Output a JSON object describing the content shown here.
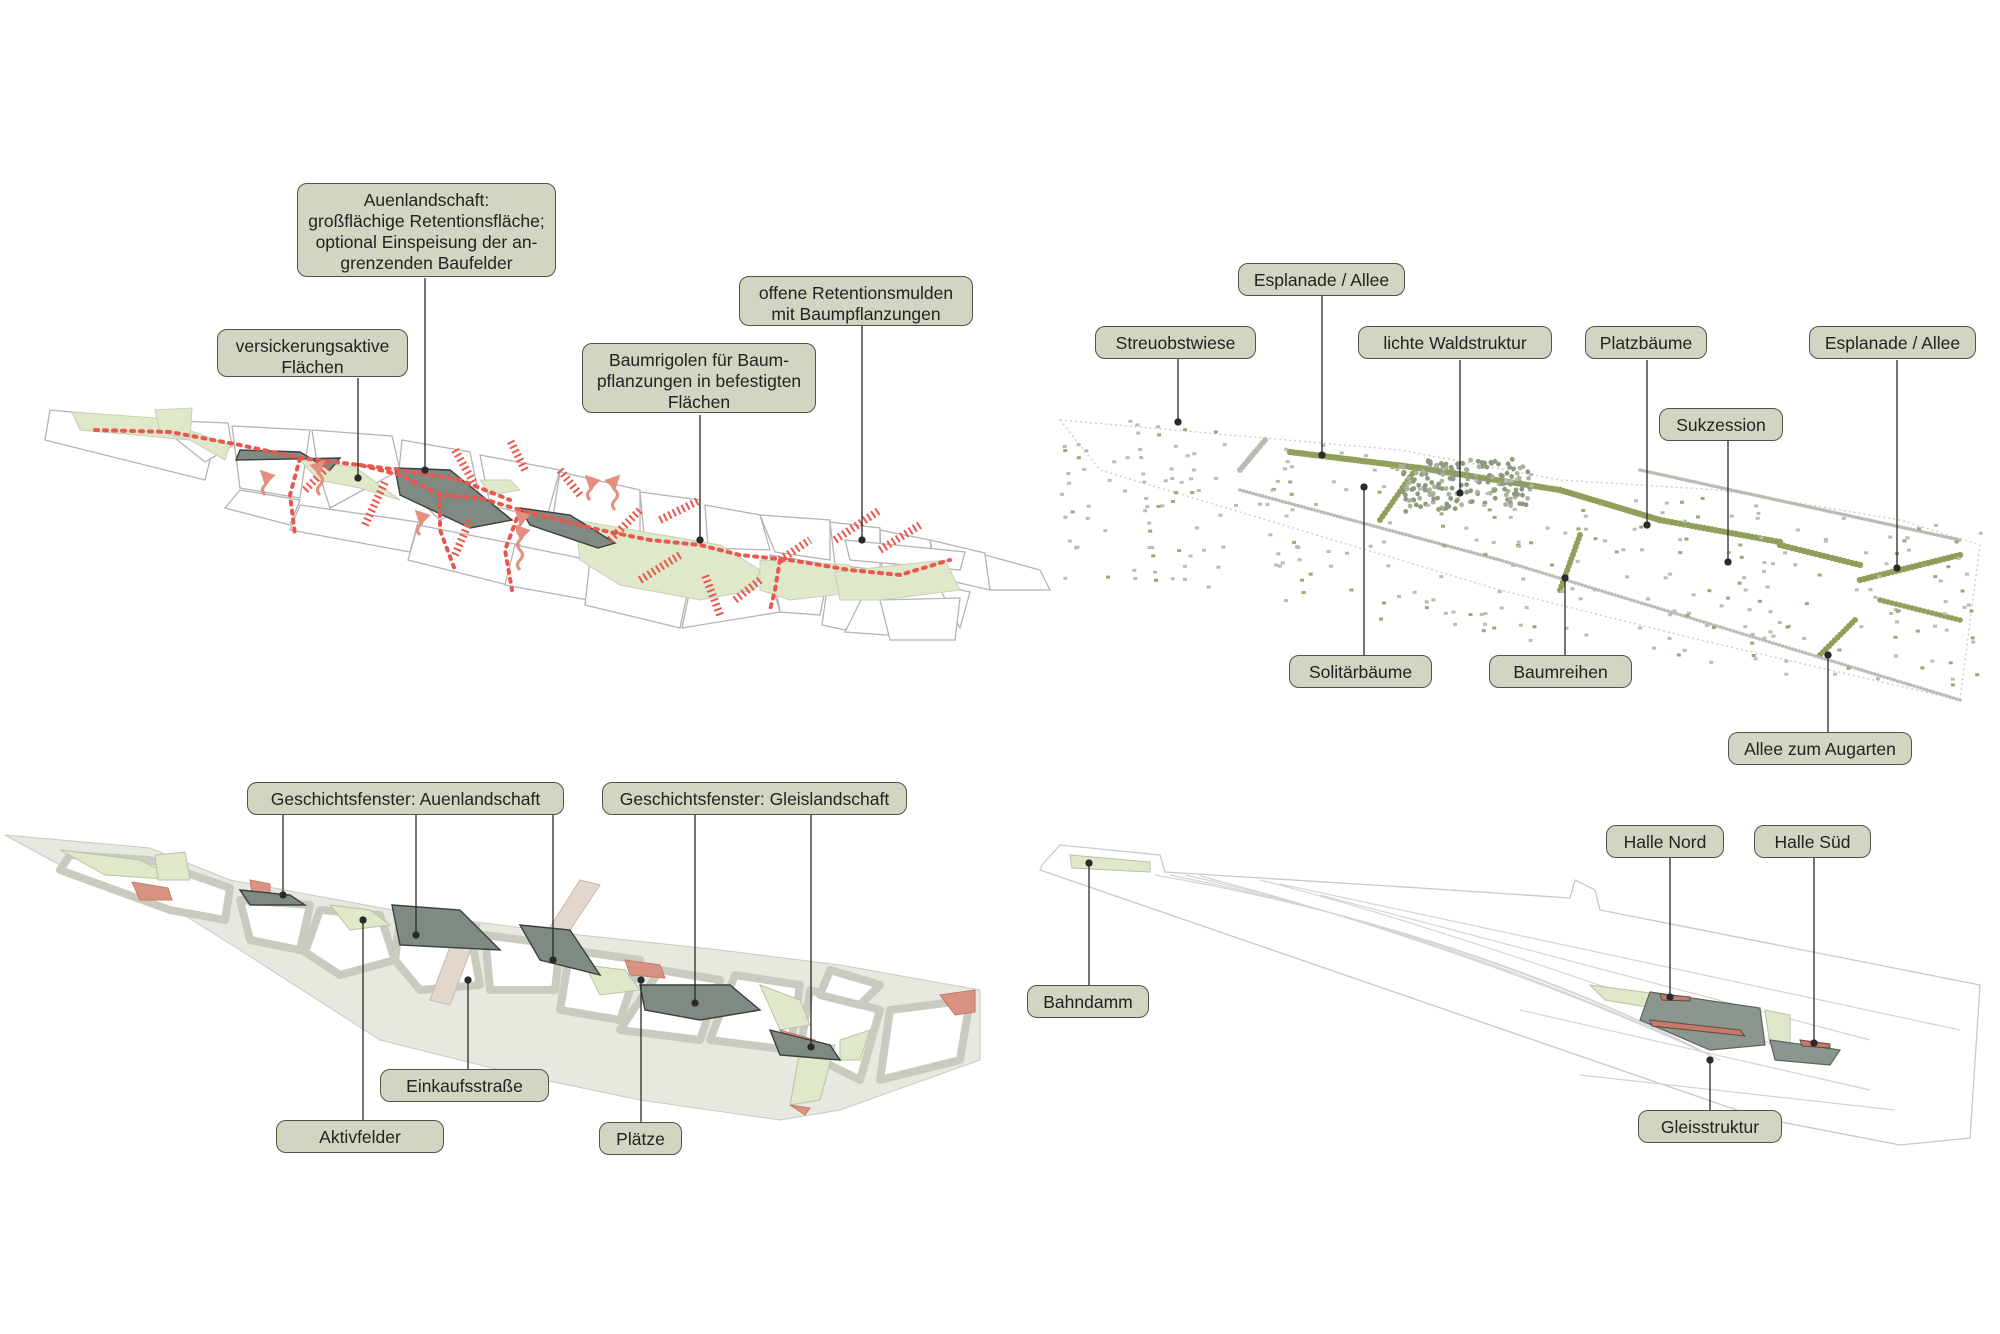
{
  "panels": {
    "water": {
      "labels": {
        "auenlandschaft": [
          "Auenlandschaft:",
          "großflächige Retentionsfläche;",
          "optional Einspeisung der an-",
          "grenzenden Baufelder"
        ],
        "versickerung": [
          "versickerungsaktive",
          "Flächen"
        ],
        "baumrigolen": [
          "Baumrigolen für Baum-",
          "pflanzungen in befestigten",
          "Flächen"
        ],
        "retentionsmulden": [
          "offene Retentionsmulden",
          "mit Baumpflanzungen"
        ]
      }
    },
    "trees": {
      "labels": {
        "esplanade_left": "Esplanade / Allee",
        "streuobstwiese": "Streuobstwiese",
        "lichte_waldstruktur": "lichte Waldstruktur",
        "platzbaeume": "Platzbäume",
        "esplanade_right": "Esplanade / Allee",
        "sukzession": "Sukzession",
        "solitaerbaeume": "Solitärbäume",
        "baumreihen": "Baumreihen",
        "allee_augarten": "Allee zum Augarten"
      }
    },
    "history": {
      "labels": {
        "fenster_auen": "Geschichtsfenster: Auenlandschaft",
        "fenster_gleis": "Geschichtsfenster: Gleislandschaft",
        "einkaufsstrasse": "Einkaufsstraße",
        "aktivfelder": "Aktivfelder",
        "plaetze": "Plätze"
      }
    },
    "rail": {
      "labels": {
        "halle_nord": "Halle Nord",
        "halle_sued": "Halle Süd",
        "bahndamm": "Bahndamm",
        "gleisstruktur": "Gleisstruktur"
      }
    }
  },
  "colors": {
    "label_fill": "#d3d5c2",
    "label_border": "#50534b",
    "light_green": "#dfe8c9",
    "dark_retention": "#7f8a82",
    "red_dots": "#e8584f",
    "salmon": "#d99382",
    "tree_green": "#8ea05a",
    "tree_grey": "#b8bcb2"
  }
}
